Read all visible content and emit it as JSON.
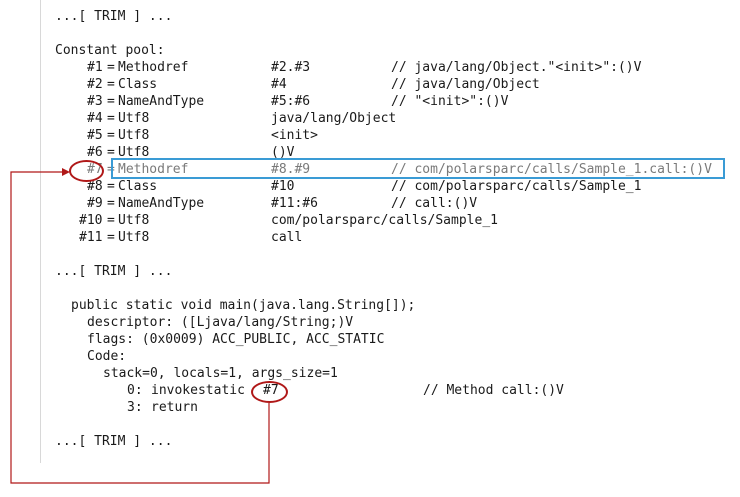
{
  "trim_marker": "...[ TRIM ] ...",
  "constant_pool": {
    "header": "Constant pool:",
    "entries": [
      {
        "idx": "#1",
        "type": "Methodref",
        "ref": "#2.#3",
        "comment": "// java/lang/Object.\"<init>\":()V"
      },
      {
        "idx": "#2",
        "type": "Class",
        "ref": "#4",
        "comment": "// java/lang/Object"
      },
      {
        "idx": "#3",
        "type": "NameAndType",
        "ref": "#5:#6",
        "comment": "// \"<init>\":()V"
      },
      {
        "idx": "#4",
        "type": "Utf8",
        "ref": "java/lang/Object",
        "comment": ""
      },
      {
        "idx": "#5",
        "type": "Utf8",
        "ref": "<init>",
        "comment": ""
      },
      {
        "idx": "#6",
        "type": "Utf8",
        "ref": "()V",
        "comment": ""
      },
      {
        "idx": "#7",
        "type": "Methodref",
        "ref": "#8.#9",
        "comment": "// com/polarsparc/calls/Sample_1.call:()V",
        "highlighted": true
      },
      {
        "idx": "#8",
        "type": "Class",
        "ref": "#10",
        "comment": "// com/polarsparc/calls/Sample_1"
      },
      {
        "idx": "#9",
        "type": "NameAndType",
        "ref": "#11:#6",
        "comment": "// call:()V"
      },
      {
        "idx": "#10",
        "type": "Utf8",
        "ref": "com/polarsparc/calls/Sample_1",
        "comment": ""
      },
      {
        "idx": "#11",
        "type": "Utf8",
        "ref": "call",
        "comment": ""
      }
    ]
  },
  "method": {
    "signature": "public static void main(java.lang.String[]);",
    "descriptor": "descriptor: ([Ljava/lang/String;)V",
    "flags": "flags: (0x0009) ACC_PUBLIC, ACC_STATIC",
    "code_label": "Code:",
    "stack_line": "stack=0, locals=1, args_size=1",
    "instructions": [
      {
        "offset": "0:",
        "op": "invokestatic",
        "arg": "#7",
        "comment": "// Method call:()V"
      },
      {
        "offset": "3:",
        "op": "return",
        "arg": "",
        "comment": ""
      }
    ]
  },
  "colors": {
    "highlight_box": "#3a9bd5",
    "annotation_red": "#b01818",
    "dimmed_text": "#7a7a7a"
  }
}
